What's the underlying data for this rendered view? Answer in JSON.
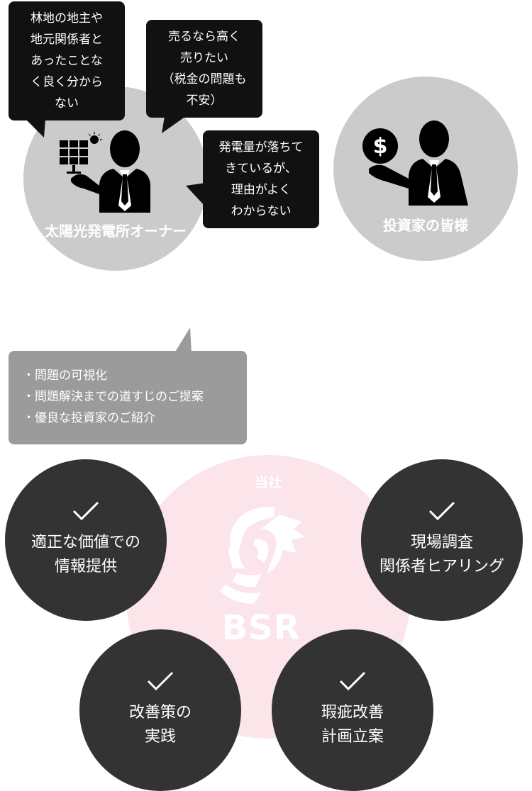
{
  "owner": {
    "label": "太陽光発電所オーナー",
    "bubbles": [
      "林地の地主や\n地元関係者と\nあったことな\nく良く分から\nない",
      "売るなら高く\n売りたい\n（税金の問題も\n不安）",
      "発電量が落ちて\nきているが、\n理由がよく\nわからない"
    ]
  },
  "investor": {
    "label": "投資家の皆様"
  },
  "proposal": {
    "items": [
      "問題の可視化",
      "問題解決までの道すじのご提案",
      "優良な投資家のご紹介"
    ]
  },
  "company": {
    "label": "当社",
    "logo_text": "BSR"
  },
  "services": [
    "適正な価値での\n情報提供",
    "現場調査\n関係者ヒアリング",
    "改善策の\n実践",
    "瑕疵改善\n計画立案"
  ],
  "colors": {
    "owner_circle": "#cbcbcb",
    "bubble": "#111111",
    "proposal_box": "#9b9b9b",
    "company_circle": "#fbe4ea",
    "service_circle": "#333333"
  },
  "icons": [
    "solar-panel-icon",
    "businessman-icon",
    "dollar-coin-icon",
    "checkmark-icon",
    "lion-logo-icon"
  ]
}
